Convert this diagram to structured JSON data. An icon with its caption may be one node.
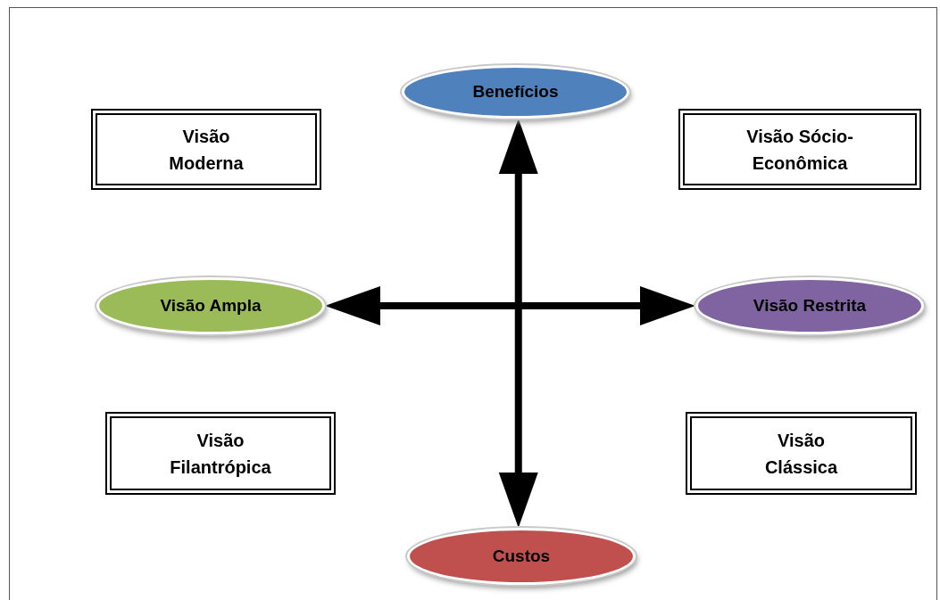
{
  "diagram": {
    "nodes": [
      {
        "text": [
          "Benefícios"
        ]
      },
      {
        "text": [
          "Visão Moderna"
        ]
      },
      {
        "text": [
          "Visão Sócio-Econômica"
        ]
      },
      {
        "text": [
          "Visão Ampla"
        ]
      },
      {
        "text": [
          "Visão Restrita"
        ]
      },
      {
        "text": [
          "Visão Filantrópica"
        ]
      },
      {
        "text": [
          "Visão Clássica"
        ]
      },
      {
        "text": [
          "Custos"
        ]
      }
    ],
    "edges": [
      {
        "from": 7,
        "to": 0,
        "arrow": "both"
      },
      {
        "from": 3,
        "to": 4,
        "arrow": "both"
      }
    ]
  }
}
